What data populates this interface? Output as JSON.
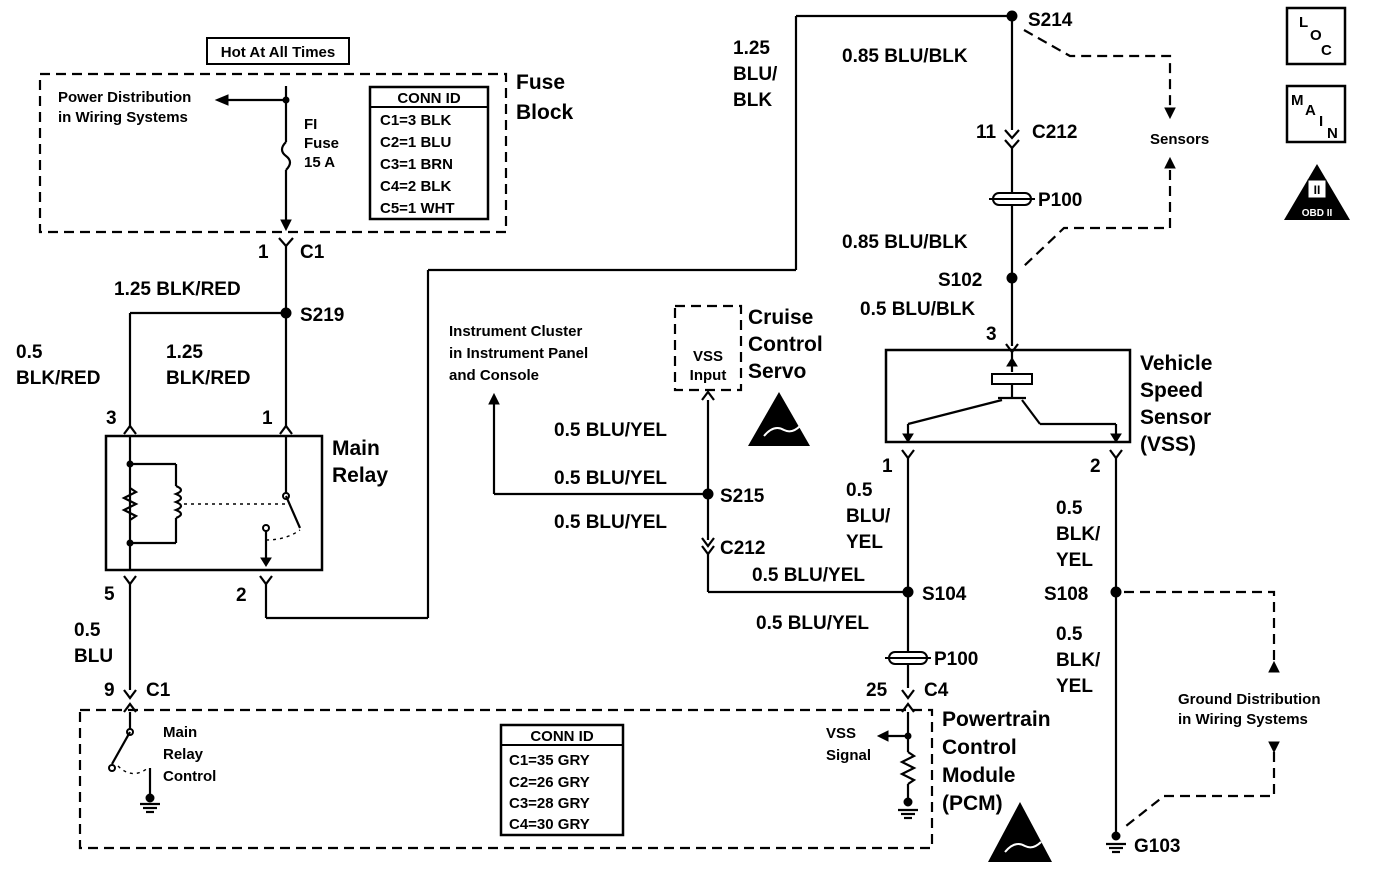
{
  "hot_label": "Hot At All Times",
  "fuse_block": {
    "title_line1": "Fuse",
    "title_line2": "Block",
    "power_dist_line1": "Power Distribution",
    "power_dist_line2": "in Wiring Systems",
    "fuse_line1": "FI",
    "fuse_line2": "Fuse",
    "fuse_line3": "15 A",
    "conn_header": "CONN ID",
    "conn_rows": [
      "C1=3 BLK",
      "C2=1 BLU",
      "C3=1 BRN",
      "C4=2 BLK",
      "C5=1 WHT"
    ]
  },
  "pcm": {
    "title_line1": "Powertrain",
    "title_line2": "Control",
    "title_line3": "Module",
    "title_line4": "(PCM)",
    "conn_header": "CONN ID",
    "conn_rows": [
      "C1=35 GRY",
      "C2=26 GRY",
      "C3=28 GRY",
      "C4=30 GRY"
    ],
    "relay_ctrl_line1": "Main",
    "relay_ctrl_line2": "Relay",
    "relay_ctrl_line3": "Control",
    "vss_sig_line1": "VSS",
    "vss_sig_line2": "Signal"
  },
  "main_relay": {
    "line1": "Main",
    "line2": "Relay"
  },
  "cruise": {
    "line1": "Cruise",
    "line2": "Control",
    "line3": "Servo",
    "vss_line1": "VSS",
    "vss_line2": "Input"
  },
  "vss": {
    "line1": "Vehicle",
    "line2": "Speed",
    "line3": "Sensor",
    "line4": "(VSS)"
  },
  "instrument": {
    "line1": "Instrument Cluster",
    "line2": "in Instrument Panel",
    "line3": "and Console"
  },
  "sensors_label": "Sensors",
  "ground_dist": {
    "line1": "Ground Distribution",
    "line2": "in Wiring Systems"
  },
  "icons": {
    "loc_l": "L",
    "loc_o": "O",
    "loc_c": "C",
    "main_m": "M",
    "main_a": "A",
    "main_i": "I",
    "main_n": "N",
    "obd_i": "II",
    "obd": "OBD II"
  },
  "labels": {
    "pin_1_c1": "1",
    "c1_top": "C1",
    "w_125_blkred_a": "1.25 BLK/RED",
    "s219": "S219",
    "w05": "0.5",
    "blkred_a": "BLK/RED",
    "w125": "1.25",
    "blkred_b": "BLK/RED",
    "pin3": "3",
    "pin1": "1",
    "pin5": "5",
    "pin2": "2",
    "w05_b": "0.5",
    "blu": "BLU",
    "pin9": "9",
    "c1_bot": "C1",
    "w_125_top": "1.25",
    "blu_top": "BLU/",
    "blk_top": "BLK",
    "s214": "S214",
    "w_085_a": "0.85 BLU/BLK",
    "pin11": "11",
    "c212_a": "C212",
    "p100_a": "P100",
    "w_085_b": "0.85 BLU/BLK",
    "s102": "S102",
    "w_05_bb": "0.5 BLU/BLK",
    "pin3_vss": "3",
    "w_yel_1": "0.5 BLU/YEL",
    "w_yel_2": "0.5 BLU/YEL",
    "s215": "S215",
    "w_yel_3": "0.5 BLU/YEL",
    "c212_b": "C212",
    "pin1_vss": "1",
    "w_05_c": "0.5",
    "blu_c": "BLU/",
    "yel_c": "YEL",
    "w_yel_4": "0.5 BLU/YEL",
    "s104": "S104",
    "w_yel_5": "0.5 BLU/YEL",
    "p100_b": "P100",
    "pin25": "25",
    "c4": "C4",
    "pin2_vss": "2",
    "w_05_d": "0.5",
    "blk_d": "BLK/",
    "yel_d": "YEL",
    "s108": "S108",
    "w_05_e": "0.5",
    "blk_e": "BLK/",
    "yel_e": "YEL",
    "g103": "G103"
  }
}
